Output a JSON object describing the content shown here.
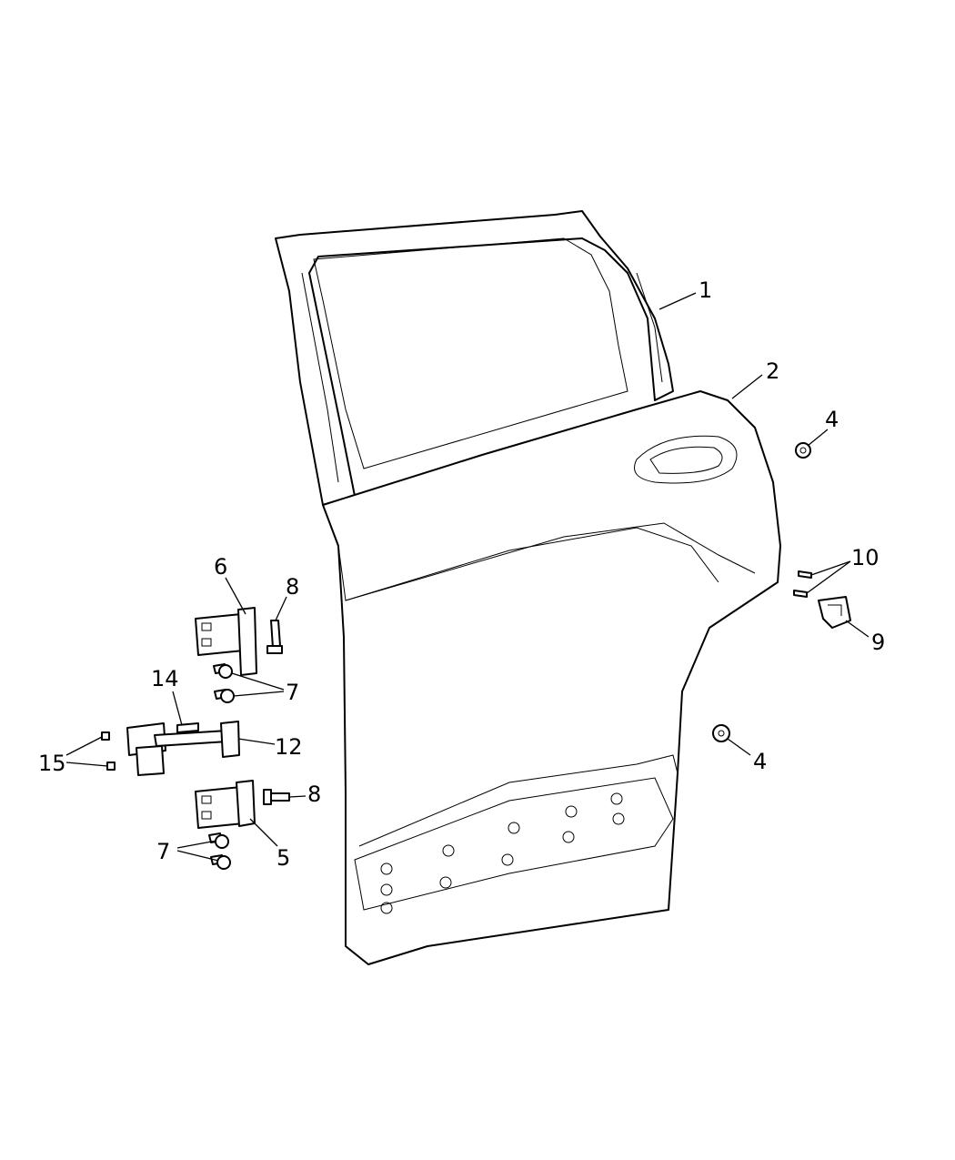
{
  "diagram": {
    "callouts": [
      {
        "id": "c1",
        "label": "1"
      },
      {
        "id": "c2",
        "label": "2"
      },
      {
        "id": "c4a",
        "label": "4"
      },
      {
        "id": "c10",
        "label": "10"
      },
      {
        "id": "c9",
        "label": "9"
      },
      {
        "id": "c4b",
        "label": "4"
      },
      {
        "id": "c6",
        "label": "6"
      },
      {
        "id": "c8a",
        "label": "8"
      },
      {
        "id": "c7a",
        "label": "7"
      },
      {
        "id": "c14",
        "label": "14"
      },
      {
        "id": "c12",
        "label": "12"
      },
      {
        "id": "c15",
        "label": "15"
      },
      {
        "id": "c8b",
        "label": "8"
      },
      {
        "id": "c5",
        "label": "5"
      },
      {
        "id": "c7b",
        "label": "7"
      }
    ]
  }
}
